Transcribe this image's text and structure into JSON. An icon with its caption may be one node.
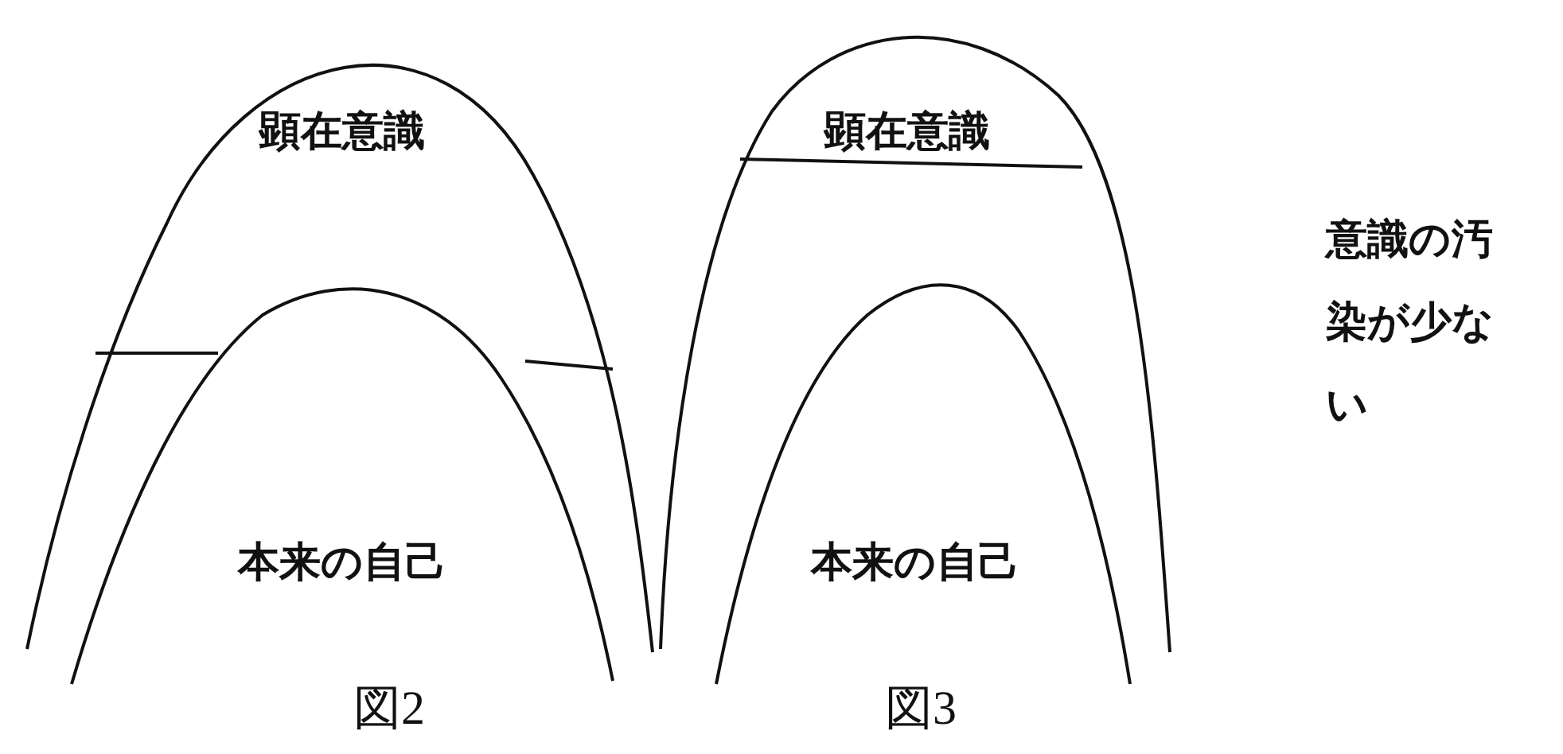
{
  "diagram": {
    "nodes": [
      {
        "text": [
          "顕在意識"
        ]
      },
      {
        "text": [
          "本来の自己"
        ],
        "in": 0
      },
      {
        "text": [
          "顕在意識"
        ]
      },
      {
        "text": [
          "本来の自己"
        ],
        "in": 2
      }
    ],
    "edges": [],
    "labels": [
      "意識の汚染が少ない",
      "図2",
      "図3"
    ]
  }
}
